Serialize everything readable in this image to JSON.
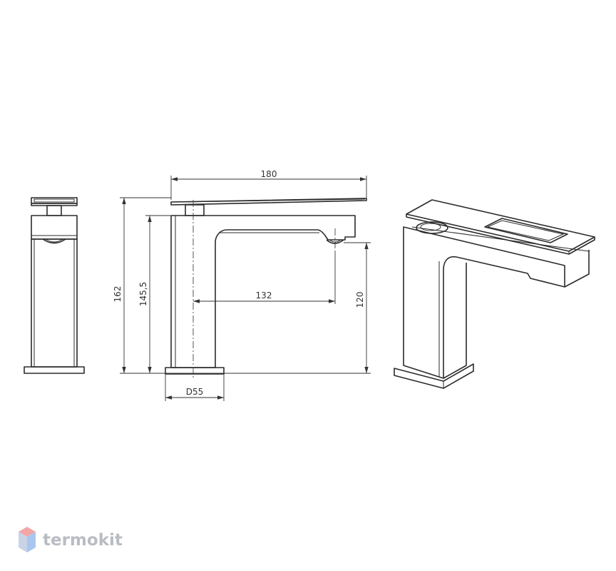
{
  "dimensions": {
    "total_length": "180",
    "total_height": "162",
    "handle_height": "145,5",
    "spout_reach": "132",
    "spout_height": "120",
    "base_diameter": "D55"
  },
  "logo": {
    "text": "termokit",
    "colors": {
      "top": "#f2a6a6",
      "right": "#a9c7ee",
      "left": "#c9d3e6"
    }
  }
}
